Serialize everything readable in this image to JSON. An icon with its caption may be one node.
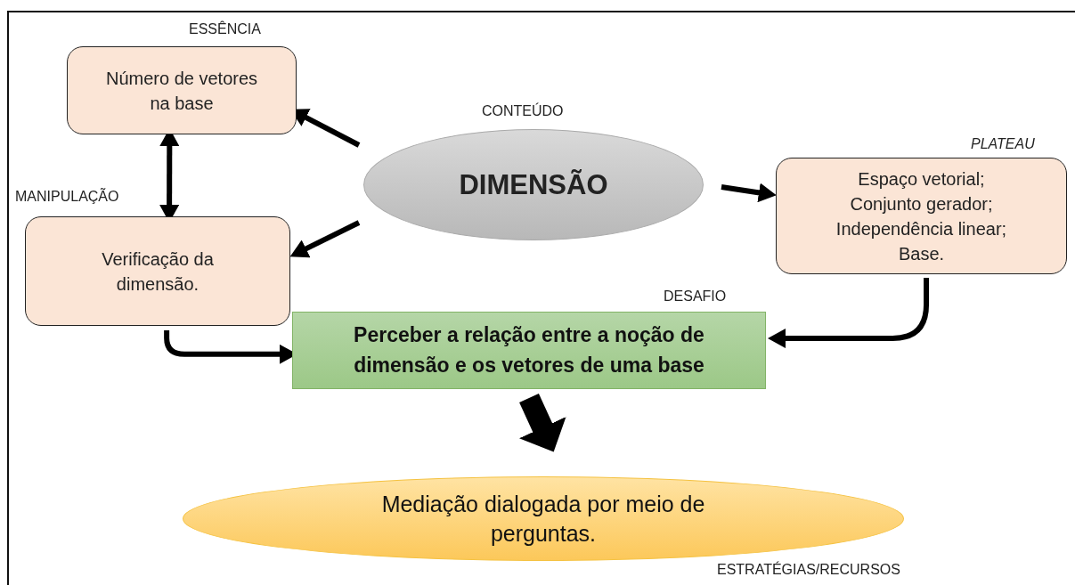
{
  "diagram": {
    "nodes": [
      {
        "text": [
          "Número de vetores na base"
        ],
        "beside": [
          "ESSÊNCIA"
        ]
      },
      {
        "text": [
          "DIMENSÃO"
        ],
        "beside": [
          "CONTEÚDO"
        ]
      },
      {
        "text": [
          "Verificação da dimensão."
        ],
        "beside": [
          "MANIPULAÇÃO"
        ]
      },
      {
        "text": [
          "Espaço vetorial;",
          "Conjunto gerador;",
          "Independência linear;",
          "Base."
        ],
        "beside": [
          "PLATEAU"
        ]
      },
      {
        "text": [
          "Perceber a relação entre a noção de dimensão e os vetores de uma base"
        ],
        "beside": [
          "DESAFIO"
        ]
      },
      {
        "text": [
          "Mediação dialogada por meio de perguntas."
        ],
        "beside": [
          "ESTRATÉGIAS/RECURSOS"
        ]
      }
    ],
    "edges": [
      {
        "from": 1,
        "to": 0,
        "arrow": "to"
      },
      {
        "from": 1,
        "to": 2,
        "arrow": "to"
      },
      {
        "from": 1,
        "to": 3,
        "arrow": "to"
      },
      {
        "from": 0,
        "to": 2,
        "arrow": "both"
      },
      {
        "from": 2,
        "to": 4,
        "arrow": "to"
      },
      {
        "from": 3,
        "to": 4,
        "arrow": "to"
      },
      {
        "from": 4,
        "to": 5,
        "arrow": "to",
        "style": "thick"
      }
    ]
  }
}
